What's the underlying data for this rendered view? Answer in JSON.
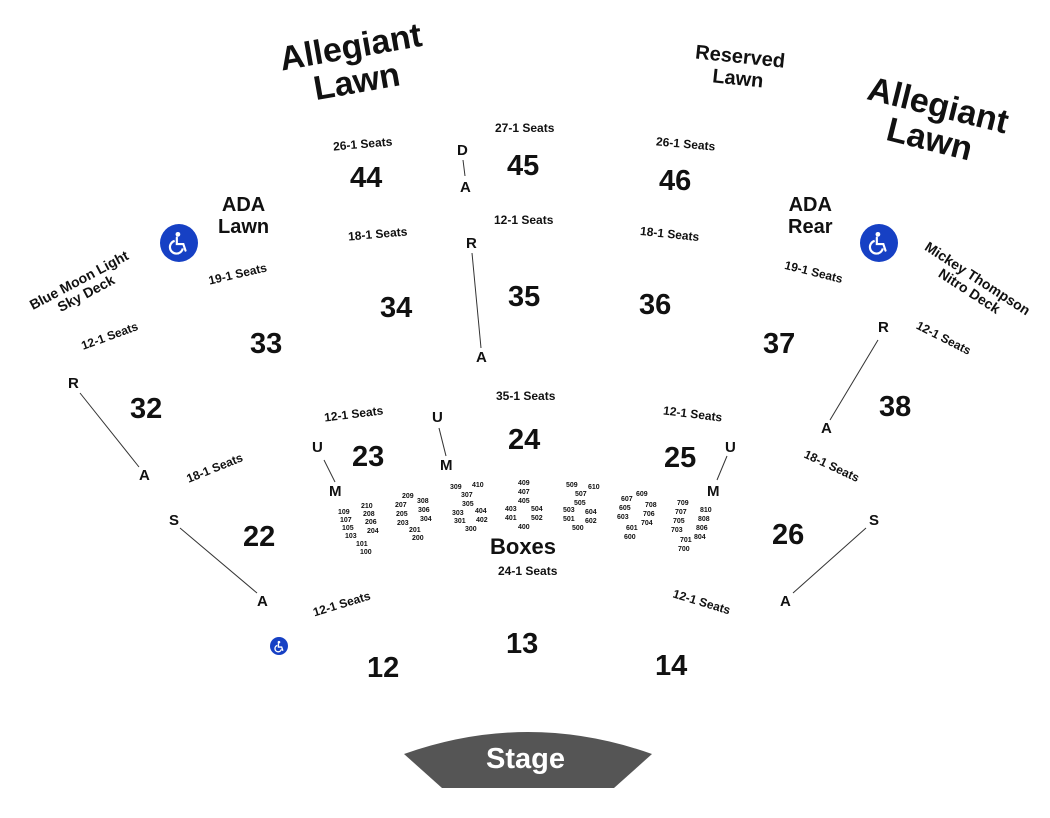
{
  "colors": {
    "ada_blue": "#1640c4",
    "stage_gray": "#555555",
    "text": "#111111"
  },
  "lawns": {
    "allegiant_left": [
      "Allegiant",
      "Lawn"
    ],
    "allegiant_right": [
      "Allegiant",
      "Lawn"
    ],
    "reserved": [
      "Reserved",
      "Lawn"
    ],
    "ada_lawn": [
      "ADA",
      "Lawn"
    ],
    "ada_rear": [
      "ADA",
      "Rear"
    ],
    "blue_moon": [
      "Blue Moon Light",
      "Sky Deck"
    ],
    "mickey": [
      "Mickey Thompson",
      "Nitro Deck"
    ]
  },
  "sections": {
    "s44": "44",
    "s45": "45",
    "s46": "46",
    "s34": "34",
    "s35": "35",
    "s36": "36",
    "s33": "33",
    "s37": "37",
    "s32": "32",
    "s38": "38",
    "s23": "23",
    "s24": "24",
    "s25": "25",
    "s22": "22",
    "s26": "26",
    "s12": "12",
    "s13": "13",
    "s14": "14"
  },
  "seats": {
    "s44": "26-1 Seats",
    "s45": "27-1 Seats",
    "s46": "26-1 Seats",
    "s34": "18-1 Seats",
    "s35": "12-1 Seats",
    "s36": "18-1 Seats",
    "s33": "19-1 Seats",
    "s37": "19-1 Seats",
    "s32": "12-1 Seats",
    "s38": "12-1 Seats",
    "s23": "12-1 Seats",
    "s24": "35-1 Seats",
    "s25": "12-1 Seats",
    "s22": "18-1 Seats",
    "s26": "18-1 Seats",
    "s12": "12-1 Seats",
    "s13": "24-1 Seats",
    "s14": "12-1 Seats"
  },
  "rows": {
    "r45_d": "D",
    "r45_a": "A",
    "r35_r": "R",
    "r35_a": "A",
    "r32_r": "R",
    "r32_a": "A",
    "r38_r": "R",
    "r38_a": "A",
    "r23_u": "U",
    "r23_m": "M",
    "r24_u": "U",
    "r24_m": "M",
    "r25_u": "U",
    "r25_m": "M",
    "r22_s": "S",
    "r22_a": "A",
    "r26_s": "S",
    "r26_a": "A"
  },
  "boxes": {
    "title": "Boxes",
    "g100": [
      "109",
      "107",
      "105",
      "103",
      "101",
      "100"
    ],
    "g100b": [
      "210",
      "208",
      "206",
      "204"
    ],
    "g200": [
      "209",
      "207",
      "205",
      "203",
      "201",
      "200"
    ],
    "g200b": [
      "308",
      "306",
      "304"
    ],
    "g300": [
      "309",
      "307",
      "305",
      "303",
      "301",
      "300"
    ],
    "g300b": [
      "410",
      "404",
      "402"
    ],
    "g400": [
      "409",
      "407",
      "405",
      "403",
      "401",
      "400"
    ],
    "g500a": [
      "504",
      "502"
    ],
    "g500": [
      "509",
      "507",
      "505",
      "503",
      "501",
      "500"
    ],
    "g600a": [
      "610",
      "604",
      "602"
    ],
    "g600": [
      "609",
      "607",
      "605",
      "603",
      "601",
      "600"
    ],
    "g700a": [
      "708",
      "706",
      "704"
    ],
    "g700": [
      "709",
      "707",
      "705",
      "703",
      "701",
      "700"
    ],
    "g800": [
      "810",
      "808",
      "806",
      "804"
    ]
  },
  "stage": "Stage",
  "icons": {
    "ada": "wheelchair-icon"
  }
}
